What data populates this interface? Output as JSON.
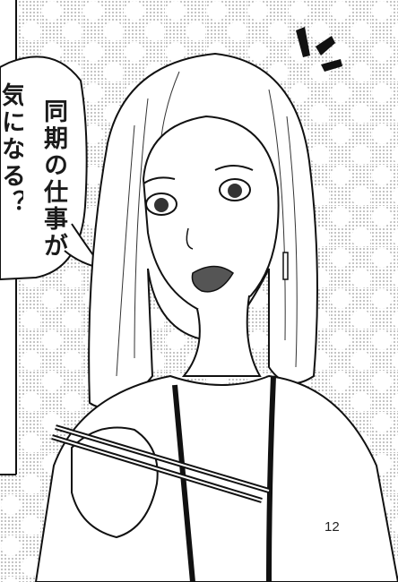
{
  "speech_bubble": {
    "text": "同期の仕事が"
  },
  "speech_bubble_partial": {
    "text": "気になる？"
  },
  "page_number": "12",
  "colors": {
    "ink": "#1a1a1a",
    "screentone": "#cfcfcf",
    "paper": "#ffffff"
  }
}
